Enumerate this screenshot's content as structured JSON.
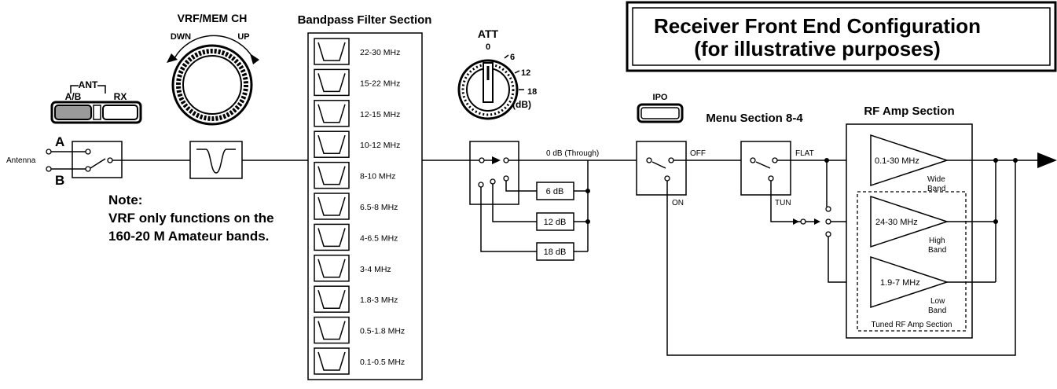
{
  "title": {
    "line1": "Receiver Front End Configuration",
    "line2": "(for illustrative purposes)"
  },
  "antenna": {
    "label": "Antenna",
    "port_a": "A",
    "port_b": "B",
    "group": "ANT",
    "btn_ab": "A/B",
    "btn_rx": "RX"
  },
  "vrf": {
    "title": "VRF/MEM CH",
    "down": "DWN",
    "up": "UP"
  },
  "note": {
    "heading": "Note:",
    "line1": "VRF only functions on the",
    "line2": "160-20 M Amateur bands."
  },
  "bpf": {
    "title": "Bandpass Filter Section",
    "bands": [
      "22-30 MHz",
      "15-22 MHz",
      "12-15 MHz",
      "10-12 MHz",
      "8-10 MHz",
      "6.5-8 MHz",
      "4-6.5 MHz",
      "3-4 MHz",
      "1.8-3 MHz",
      "0.5-1.8 MHz",
      "0.1-0.5 MHz"
    ]
  },
  "att": {
    "title": "ATT",
    "v0": "0",
    "v6": "6",
    "v12": "12",
    "v18": "18",
    "unit": "(dB)",
    "through": "0 dB (Through)",
    "pad6": "6 dB",
    "pad12": "12 dB",
    "pad18": "18 dB"
  },
  "ipo": {
    "label": "IPO",
    "off": "OFF",
    "on": "ON"
  },
  "menu": {
    "title": "Menu Section 8-4",
    "flat": "FLAT",
    "tun": "TUN"
  },
  "rf": {
    "title": "RF Amp Section",
    "tuned_label": "Tuned RF Amp Section",
    "wide": {
      "freq": "0.1-30 MHz",
      "line1": "Wide",
      "line2": "Band"
    },
    "high": {
      "freq": "24-30 MHz",
      "line1": "High",
      "line2": "Band"
    },
    "low": {
      "freq": "1.9-7 MHz",
      "line1": "Low",
      "line2": "Band"
    }
  }
}
